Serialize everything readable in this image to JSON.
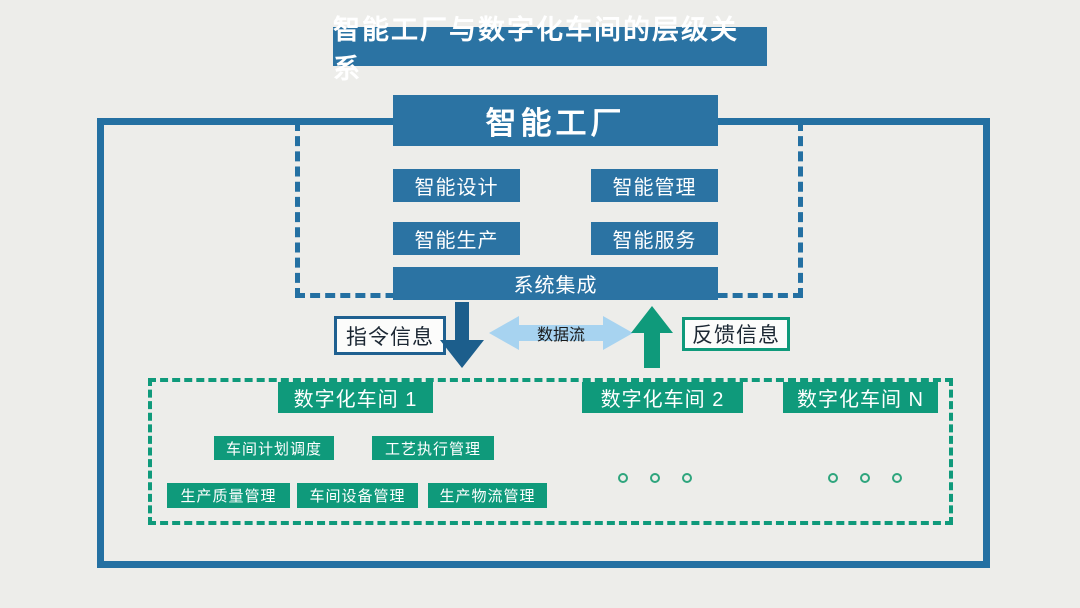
{
  "title": "智能工厂与数字化车间的层级关系",
  "factory": {
    "label": "智能工厂",
    "modules": [
      "智能设计",
      "智能管理",
      "智能生产",
      "智能服务"
    ],
    "integration": "系统集成"
  },
  "flows": {
    "command_label": "指令信息",
    "data_flow_label": "数据流",
    "feedback_label": "反馈信息"
  },
  "workshops": {
    "items": [
      "数字化车间 1",
      "数字化车间 2",
      "数字化车间 N"
    ],
    "functions_row1": [
      "车间计划调度",
      "工艺执行管理"
    ],
    "functions_row2": [
      "生产质量管理",
      "车间设备管理",
      "生产物流管理"
    ]
  },
  "icons": {
    "down_arrow": "command-down-arrow",
    "up_arrow": "feedback-up-arrow",
    "double_arrow": "data-flow-double-arrow",
    "ellipsis_dots": "more-workshops-dots"
  },
  "colors": {
    "teal_box": "#2B73A3",
    "frame_blue": "#2470A2",
    "arrow_dark_blue": "#1C5E8C",
    "green": "#0F9A7B",
    "light_blue_arrow": "#A7D3F0",
    "background": "#EDEDEA"
  }
}
